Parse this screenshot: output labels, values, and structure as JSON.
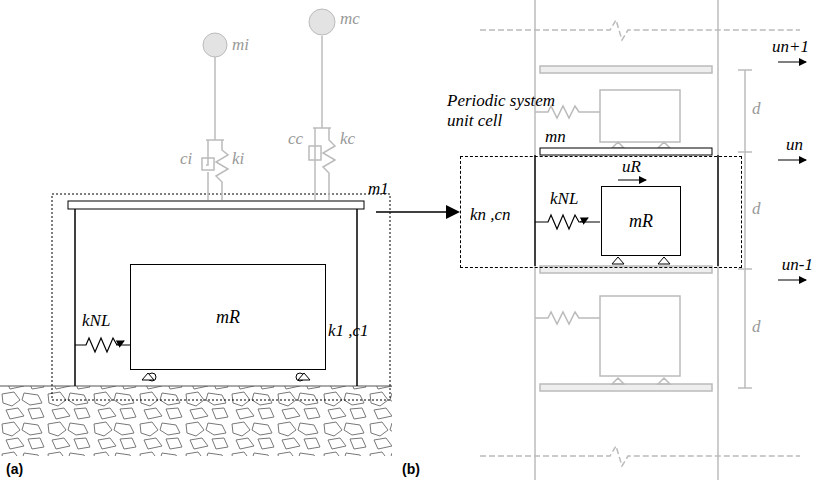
{
  "diagram": {
    "nodes": [
      {
        "text": [
          "mR"
        ]
      },
      {
        "text": [
          "Periodic system unit cell"
        ]
      },
      {
        "text": [
          "mR"
        ],
        "in": 1
      }
    ],
    "labels": [
      "mi",
      "ci",
      "ki",
      "mc",
      "cc",
      "kc",
      "m1",
      "kNL",
      "k1 ,c1",
      "(a)",
      "mn",
      "uR",
      "kNL",
      "kn ,cn",
      "d",
      "d",
      "d",
      "un+1",
      "un",
      "un-1",
      "(b)"
    ]
  }
}
